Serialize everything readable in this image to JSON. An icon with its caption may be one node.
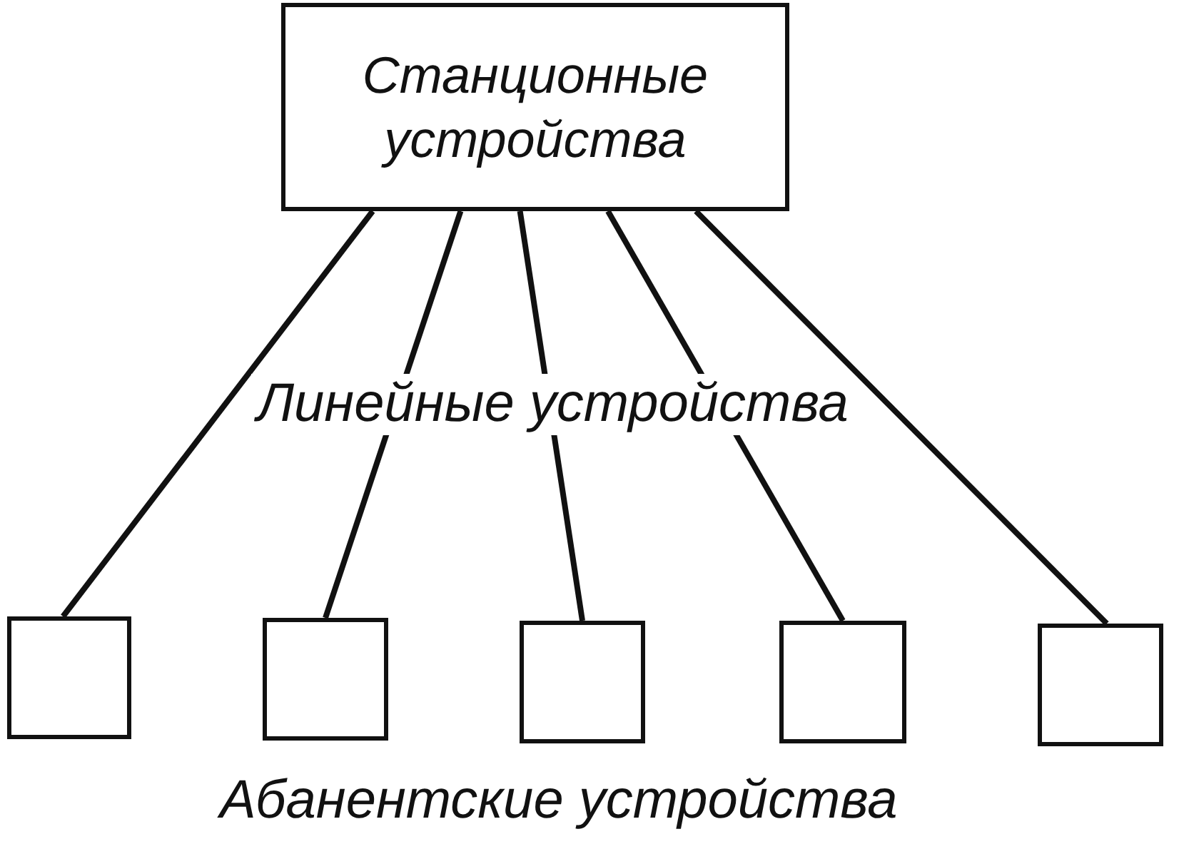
{
  "diagram": {
    "nodes": [
      {
        "text": [
          "Станционные устройства"
        ]
      },
      {
        "text": [],
        "shape": "box"
      },
      {
        "text": [],
        "shape": "box"
      },
      {
        "text": [],
        "shape": "box"
      },
      {
        "text": [],
        "shape": "box"
      },
      {
        "text": [],
        "shape": "box"
      }
    ],
    "edges": [
      {
        "from": 0,
        "to": 1,
        "arrow": "none"
      },
      {
        "from": 0,
        "to": 2,
        "arrow": "none"
      },
      {
        "from": 0,
        "to": 3,
        "arrow": "none"
      },
      {
        "from": 0,
        "to": 4,
        "arrow": "none"
      },
      {
        "from": 0,
        "to": 5,
        "arrow": "none"
      }
    ],
    "labels": [
      "Линейные устройства",
      "Абанентские устройства"
    ]
  }
}
